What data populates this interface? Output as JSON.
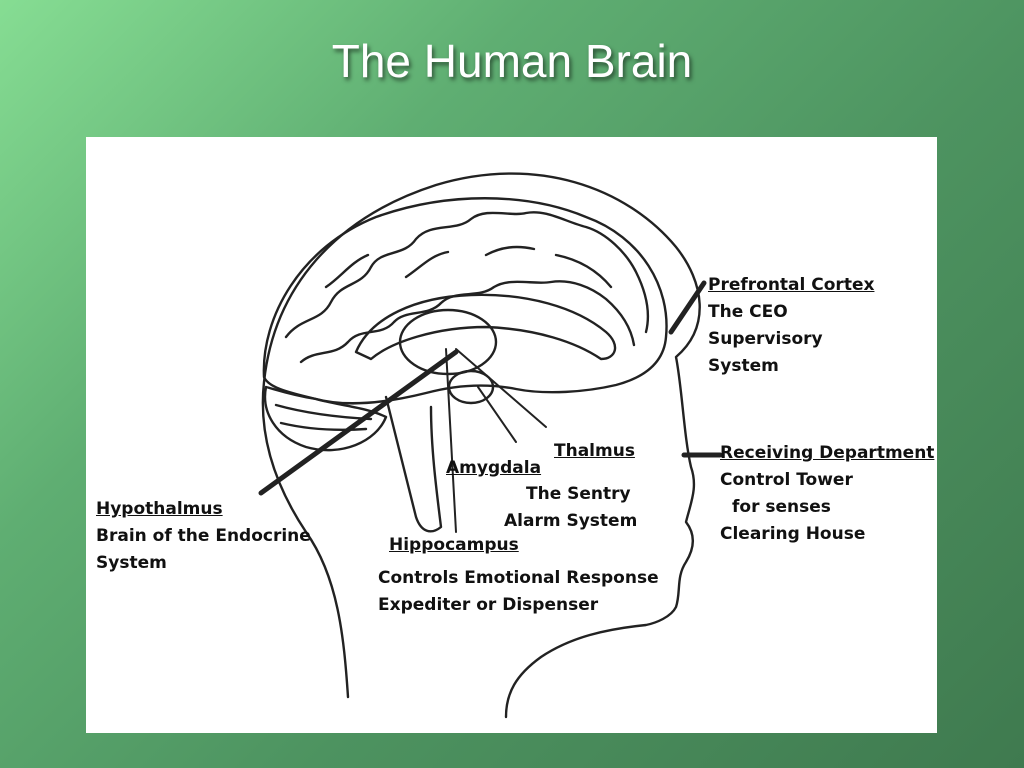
{
  "slide": {
    "title": "The Human Brain",
    "background_colors": [
      "#86dd93",
      "#3f7a4f"
    ]
  },
  "diagram": {
    "labels": {
      "prefrontal": {
        "heading": "Prefrontal Cortex",
        "lines": [
          "The CEO",
          "Supervisory",
          "System"
        ]
      },
      "receiving": {
        "heading": "Receiving Department",
        "lines": [
          "Control Tower",
          "for senses",
          "Clearing House"
        ]
      },
      "thalmus": {
        "heading": "Thalmus"
      },
      "amygdala": {
        "heading": "Amygdala",
        "lines": [
          "The Sentry",
          "Alarm System"
        ]
      },
      "hippocampus": {
        "heading": "Hippocampus",
        "lines": [
          "Controls Emotional Response",
          "Expediter or Dispenser"
        ]
      },
      "hypothalmus": {
        "heading": "Hypothalmus",
        "lines": [
          "Brain of the Endocrine",
          "System"
        ]
      }
    }
  }
}
